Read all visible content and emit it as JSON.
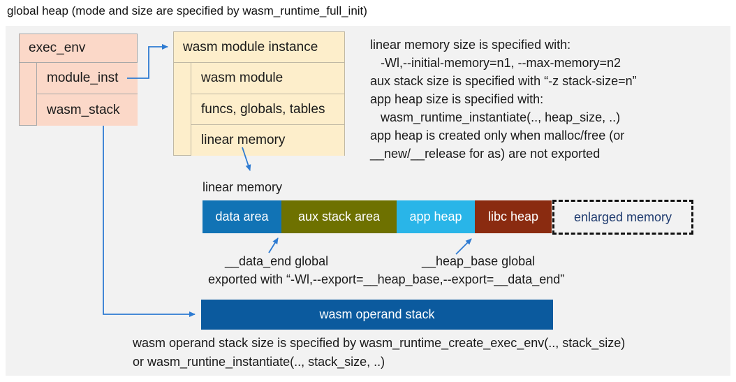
{
  "title": "global heap (mode and size are specified by wasm_runtime_full_init)",
  "exec_env": {
    "header": "exec_env",
    "rows": [
      "module_inst",
      "wasm_stack"
    ]
  },
  "module_instance": {
    "header": "wasm module instance",
    "rows": [
      "wasm module",
      "funcs, globals, tables",
      "linear memory"
    ]
  },
  "notes_right": {
    "lines": [
      "linear memory size is specified with:",
      "   -Wl,--initial-memory=n1, --max-memory=n2",
      "aux stack size is specified with “-z stack-size=n”",
      "app heap size is specified with:",
      "   wasm_runtime_instantiate(.., heap_size, ..)",
      "app heap is created only when malloc/free (or",
      "__new/__release for as) are not exported"
    ]
  },
  "linear_memory": {
    "label": "linear memory",
    "segments": [
      {
        "label": "data area",
        "color": "#1173b5"
      },
      {
        "label": "aux stack area",
        "color": "#6e7100"
      },
      {
        "label": "app heap",
        "color": "#29b5e8"
      },
      {
        "label": "libc heap",
        "color": "#8a2b10"
      }
    ],
    "enlarged_label": "enlarged memory"
  },
  "annotations": {
    "data_end": "__data_end global",
    "heap_base": "__heap_base global",
    "export_line": "exported with “-Wl,--export=__heap_base,--export=__data_end”"
  },
  "operand_stack": {
    "label": "wasm operand stack",
    "color": "#0b5a9e"
  },
  "notes_bottom": {
    "lines": [
      "wasm operand stack size is specified by wasm_runtime_create_exec_env(.., stack_size)",
      "or wasm_runtine_instantiate(.., stack_size, ..)"
    ]
  },
  "colors": {
    "panel_bg": "#f2f2f2",
    "exec_env_fill": "#fbd8c8",
    "instance_fill": "#fdeecb",
    "arrow": "#2e7bd2",
    "enlarged_text": "#1e3a6e"
  }
}
